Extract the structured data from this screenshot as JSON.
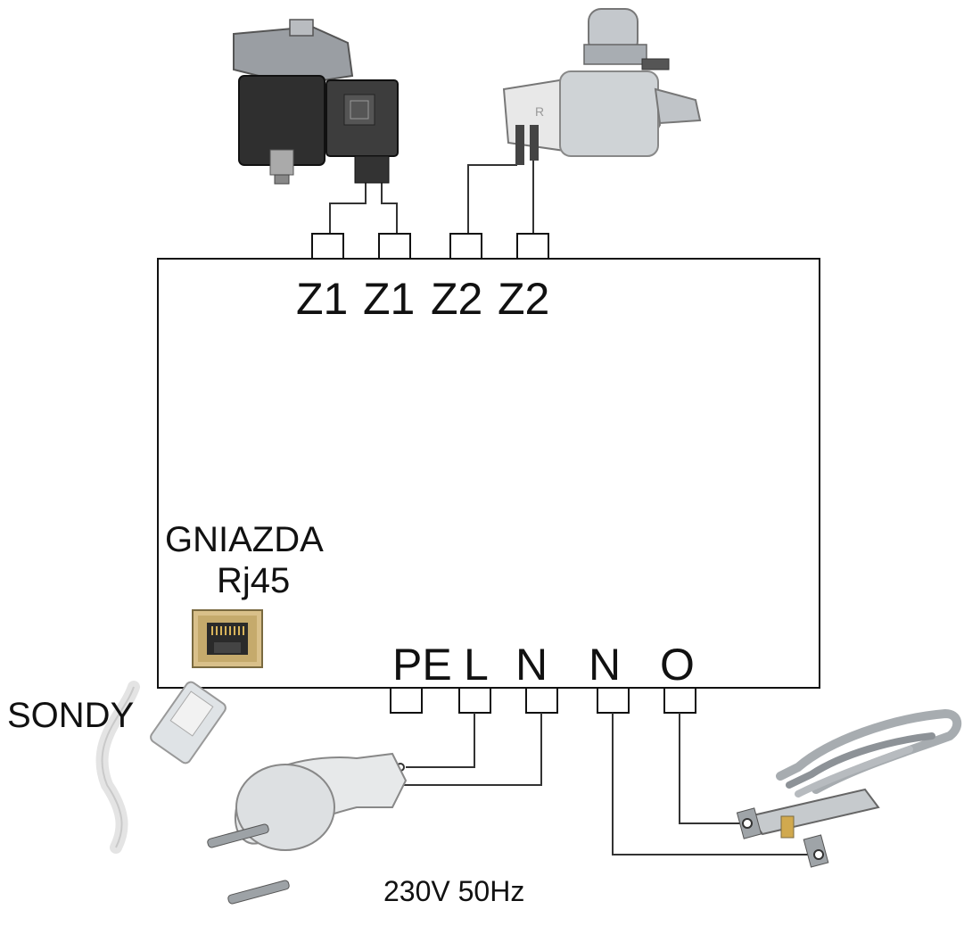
{
  "top_terminals": [
    "Z1",
    "Z1",
    "Z2",
    "Z2"
  ],
  "bottom_terminals": [
    "PE",
    "L",
    "N",
    "N",
    "O"
  ],
  "socket": {
    "line1": "GNIAZDA",
    "line2": "Rj45"
  },
  "probes_label": "SONDY",
  "power_label": "230V 50Hz",
  "icons": {
    "solenoid_valve_1": "solenoid-valve-icon",
    "solenoid_valve_2": "water-inlet-valve-icon",
    "rj45": "rj45-socket-icon",
    "cable": "network-cable-icon",
    "plug": "power-plug-icon",
    "heater": "heating-element-icon"
  },
  "colors": {
    "line": "#111111",
    "metal": "#8a8f96",
    "plastic": "#e6e6e6",
    "dark": "#3a3a3a",
    "gold": "#c9a34a"
  }
}
